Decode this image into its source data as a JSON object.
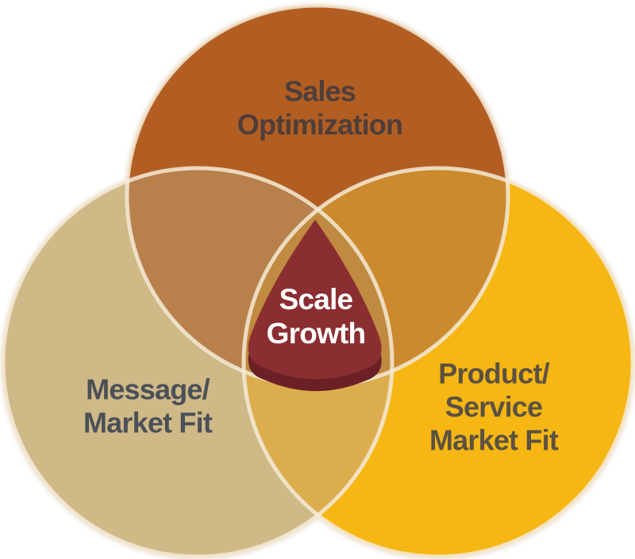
{
  "venn": {
    "circles": [
      {
        "name": "sales-optimization",
        "lines": [
          "Sales",
          "Optimization"
        ]
      },
      {
        "name": "message-market-fit",
        "lines": [
          "Message/",
          "Market Fit"
        ]
      },
      {
        "name": "product-service-market-fit",
        "lines": [
          "Product/",
          "Service",
          "Market Fit"
        ]
      }
    ],
    "center": {
      "name": "scale-growth",
      "lines": [
        "Scale",
        "Growth"
      ]
    }
  },
  "colors": {
    "sales_circle": "#b25e22",
    "message_circle": "#cfb987",
    "product_circle": "#f6b613",
    "overlap_sales_message": "#b8804b",
    "overlap_sales_product": "#cb8a2d",
    "overlap_message_product": "#dcad4d",
    "overlap_all": "#c08a40",
    "center_shape": "#8b2e32",
    "center_shape_shadow": "#6b2026",
    "outline": "#f5ead7",
    "sales_text": "#4e3e3a",
    "message_text": "#4b5058",
    "product_text": "#5b5142",
    "center_text": "#ffffff",
    "background": "#ffffff"
  }
}
